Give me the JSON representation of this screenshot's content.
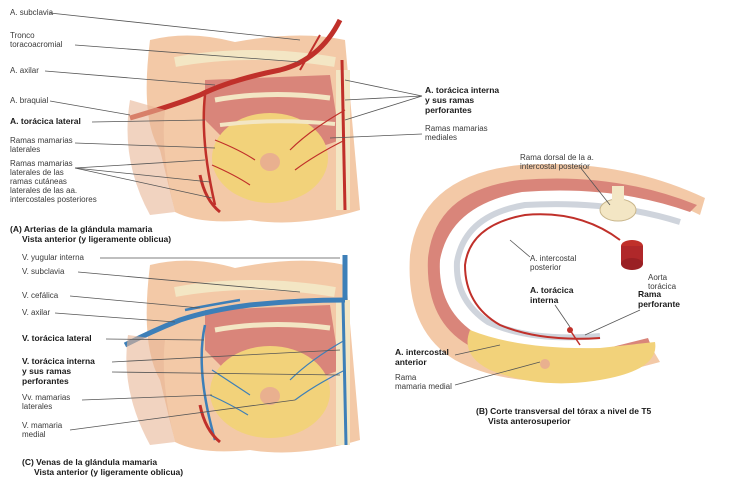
{
  "panel_a": {
    "labels": {
      "subclavia": "A. subclavia",
      "tronco_1": "Tronco",
      "tronco_2": "toracoacromial",
      "axilar": "A. axilar",
      "braquial": "A. braquial",
      "toracica_lateral": "A. torácica lateral",
      "ramas_laterales_1": "Ramas mamarias",
      "ramas_laterales_2": "laterales",
      "ramas_cut_1": "Ramas mamarias",
      "ramas_cut_2": "laterales de las",
      "ramas_cut_3": "ramas cutáneas",
      "ramas_cut_4": "laterales de las aa.",
      "ramas_cut_5": "intercostales posteriores",
      "toracica_interna_1": "A. torácica interna",
      "toracica_interna_2": "y sus ramas",
      "toracica_interna_3": "perforantes",
      "ramas_mediales_1": "Ramas mamarias",
      "ramas_mediales_2": "mediales"
    },
    "caption_1": "(A) Arterias de la glándula mamaria",
    "caption_2": "Vista anterior (y ligeramente oblicua)"
  },
  "panel_b": {
    "labels": {
      "rama_dorsal_1": "Rama dorsal de la a.",
      "rama_dorsal_2": "intercostal posterior",
      "intercostal_post_1": "A. intercostal",
      "intercostal_post_2": "posterior",
      "aorta_1": "Aorta",
      "aorta_2": "torácica",
      "toracica_interna_1": "A. torácica",
      "toracica_interna_2": "interna",
      "rama_perforante_1": "Rama",
      "rama_perforante_2": "perforante",
      "intercostal_ant_1": "A. intercostal",
      "intercostal_ant_2": "anterior",
      "rama_medial_1": "Rama",
      "rama_medial_2": "mamaria medial"
    },
    "caption_1": "(B) Corte transversal del tórax a nivel de T5",
    "caption_2": "Vista anterosuperior"
  },
  "panel_c": {
    "labels": {
      "yugular": "V. yugular interna",
      "subclavia": "V. subclavia",
      "cefalica": "V. cefálica",
      "axilar": "V. axilar",
      "toracica_lateral": "V. torácica lateral",
      "toracica_interna_1": "V. torácica interna",
      "toracica_interna_2": "y sus ramas",
      "toracica_interna_3": "perforantes",
      "mamarias_laterales_1": "Vv. mamarias",
      "mamarias_laterales_2": "laterales",
      "mamaria_medial_1": "V. mamaria",
      "mamaria_medial_2": "medial"
    },
    "caption_1": "(C) Venas de la glándula mamaria",
    "caption_2": "Vista anterior (y ligeramente oblicua)"
  },
  "colors": {
    "artery": "#c0302a",
    "vein": "#3d7fb8",
    "muscle": "#d9857a",
    "fat": "#f2d27a",
    "bone": "#f3e6c4",
    "skin": "#f3c9a7"
  }
}
